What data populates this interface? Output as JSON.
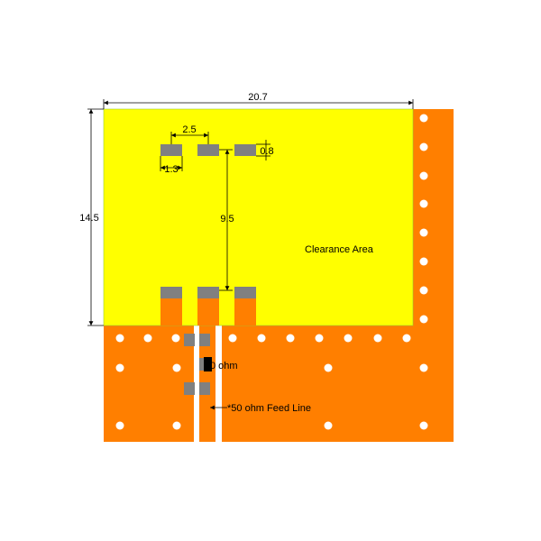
{
  "labels": {
    "width": "20.7",
    "height": "14.5",
    "pitch": "2.5",
    "pad_width": "1.3",
    "pad_height": "0.8",
    "pad_spacing_vertical": "9.5",
    "clearance": "Clearance Area",
    "resistor": "0 ohm",
    "feed_line": "*50 ohm Feed Line"
  },
  "colors": {
    "ground_plane": "#ff7f00",
    "clearance_area": "#ffff00",
    "pad": "#808080",
    "via_hole": "#ffffff",
    "resistor_body": "#000000",
    "dimension_line": "#000000"
  }
}
